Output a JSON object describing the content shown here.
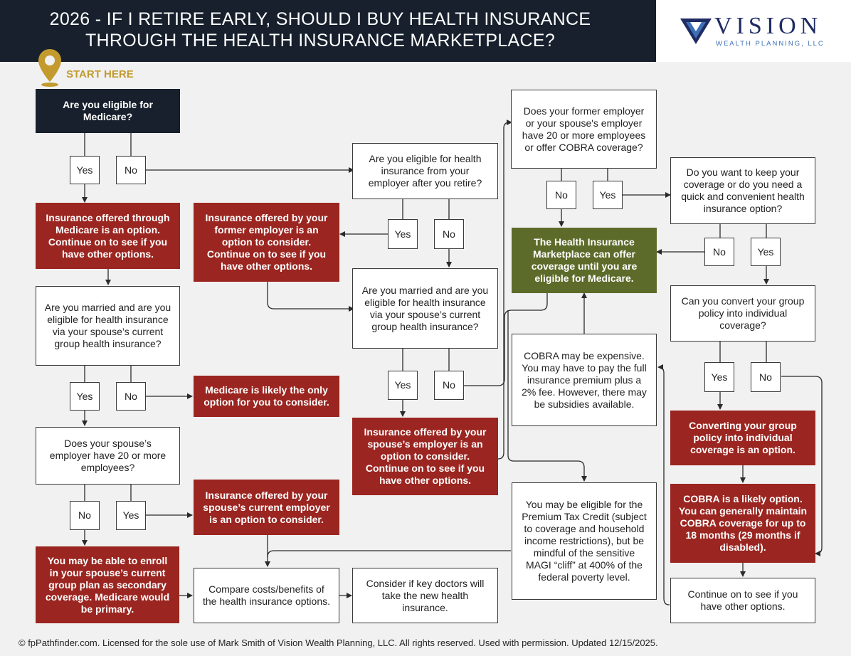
{
  "header": {
    "title_line1": "2026 - IF I RETIRE EARLY, SHOULD I BUY HEALTH INSURANCE",
    "title_line2": "THROUGH THE HEALTH INSURANCE MARKETPLACE?"
  },
  "logo": {
    "name": "VISION",
    "subtitle": "WEALTH PLANNING, LLC"
  },
  "start_label": "START HERE",
  "nodes": {
    "medicare_q": "Are you eligible for Medicare?",
    "medicare_opt": "Insurance offered through Medicare is an option. Continue on to see if you have other options.",
    "married_q_left": "Are you married and are you eligible for health insurance via your spouse’s current group health insurance?",
    "medicare_only": "Medicare is likely the only option for you to consider.",
    "spouse_20_q": "Does your spouse’s employer have 20 or more employees?",
    "secondary": "You may be able to enroll in your spouse’s current group plan as secondary coverage. Medicare would be primary.",
    "spouse_current": "Insurance offered by your spouse’s current employer is an option to consider.",
    "compare": "Compare costs/benefits of the health insurance options.",
    "doctors": "Consider if key doctors will take the new health insurance.",
    "former_opt": "Insurance offered by your former employer is an option to consider. Continue on to see if you have other options.",
    "employer_after_q": "Are you eligible for health insurance from your employer after you retire?",
    "married_q_mid": "Are you married and are you eligible for health insurance via your spouse’s current group health insurance?",
    "spouse_opt": "Insurance offered by your spouse’s employer is an option to consider. Continue on to see if you have other options.",
    "cobra_q": "Does your former employer or your spouse's employer have 20 or more employees or offer COBRA coverage?",
    "marketplace": "The Health Insurance Marketplace can offer coverage until you are eligible for Medicare.",
    "cobra_expensive": "COBRA may be expensive. You may have to pay the full insurance premium plus a 2% fee. However, there may be subsidies available.",
    "ptc": "You may be eligible for the Premium Tax Credit (subject to coverage and household income restrictions), but be mindful of the sensitive MAGI “cliff” at 400% of the federal poverty level.",
    "keep_q": "Do you want to keep your coverage or do you need a quick and convenient health insurance option?",
    "convert_q": "Can you convert your group policy into individual coverage?",
    "convert_opt": "Converting your group policy into individual coverage is an option.",
    "cobra_likely": "COBRA is a likely option. You can generally maintain COBRA coverage for up to 18 months (29 months if disabled).",
    "continue": "Continue on to see if you have other options."
  },
  "answers": {
    "yes": "Yes",
    "no": "No"
  },
  "colors": {
    "navy": "#17202c",
    "red": "#9b2520",
    "green": "#5d6b2a",
    "gold": "#c29a2e"
  },
  "footer": "© fpPathfinder.com. Licensed for the sole use of Mark Smith of Vision Wealth Planning, LLC. All rights reserved. Used with permission. Updated 12/15/2025."
}
